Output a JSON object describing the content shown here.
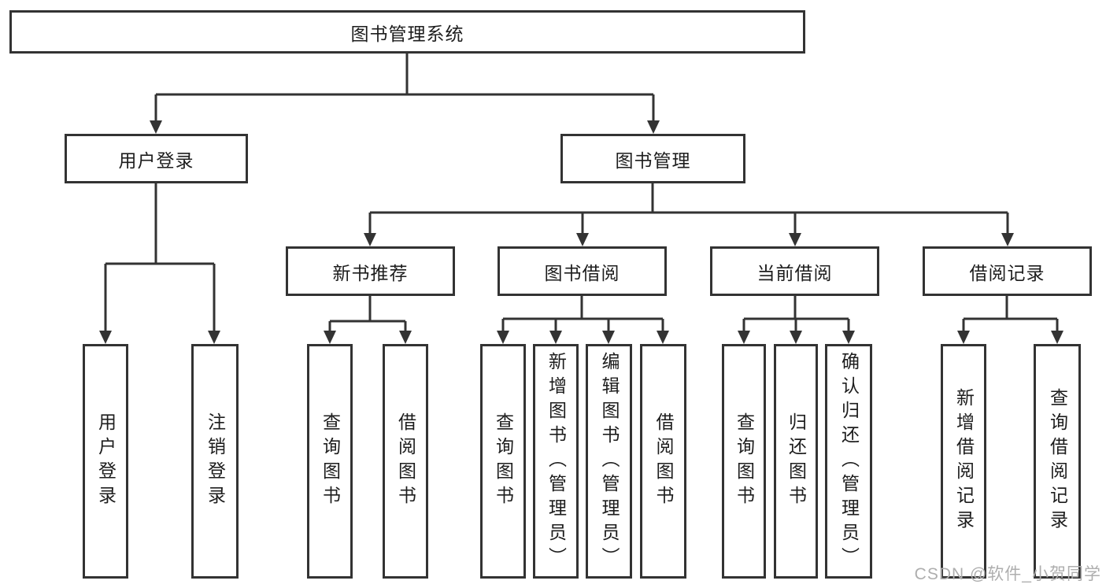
{
  "tree": {
    "label": "图书管理系统",
    "children": [
      {
        "label": "用户登录",
        "children": [
          {
            "label": "用户登录"
          },
          {
            "label": "注销登录"
          }
        ]
      },
      {
        "label": "图书管理",
        "children": [
          {
            "label": "新书推荐",
            "children": [
              {
                "label": "查询图书"
              },
              {
                "label": "借阅图书"
              }
            ]
          },
          {
            "label": "图书借阅",
            "children": [
              {
                "label": "查询图书"
              },
              {
                "label": "新增图书（管理员）"
              },
              {
                "label": "编辑图书（管理员）"
              },
              {
                "label": "借阅图书"
              }
            ]
          },
          {
            "label": "当前借阅",
            "children": [
              {
                "label": "查询图书"
              },
              {
                "label": "归还图书"
              },
              {
                "label": "确认归还（管理员）"
              }
            ]
          },
          {
            "label": "借阅记录",
            "children": [
              {
                "label": "新增借阅记录"
              },
              {
                "label": "查询借阅记录"
              }
            ]
          }
        ]
      }
    ]
  },
  "watermark": {
    "text": "CSDN @软件_小贺同学"
  },
  "colors": {
    "line": "#333333",
    "box_border": "#333333",
    "box_background": "#ffffff",
    "text": "#1d1d1d",
    "watermark": "#aeaeae"
  }
}
